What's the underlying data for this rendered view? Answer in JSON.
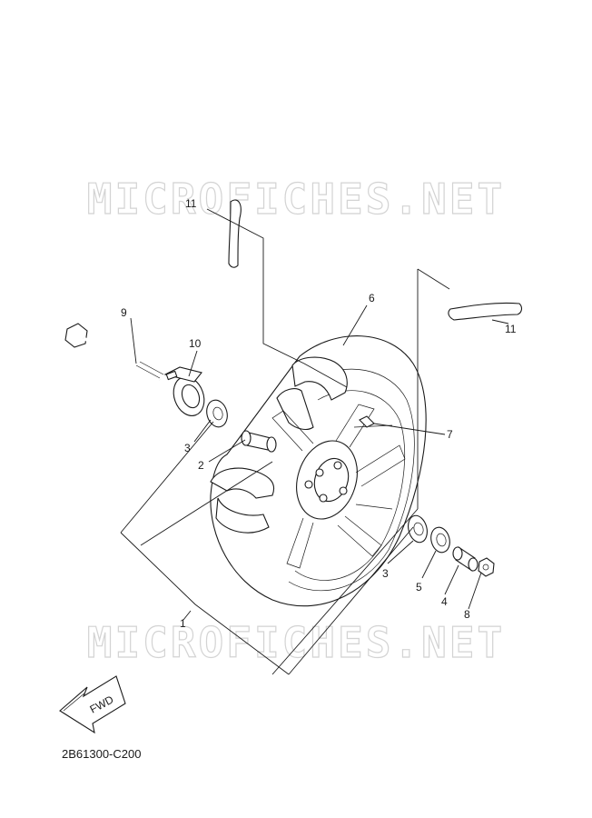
{
  "watermark": {
    "top": "MICROFICHES.NET",
    "bottom": "MICROFICHES.NET"
  },
  "diagram": {
    "part_code": "2B61300-C200",
    "fwd_label": "FWD",
    "callouts": {
      "c1": "1",
      "c2": "2",
      "c3a": "3",
      "c3b": "3",
      "c4": "4",
      "c5": "5",
      "c6": "6",
      "c7": "7",
      "c8": "8",
      "c9": "9",
      "c10": "10",
      "c11a": "11",
      "c11b": "11"
    }
  }
}
